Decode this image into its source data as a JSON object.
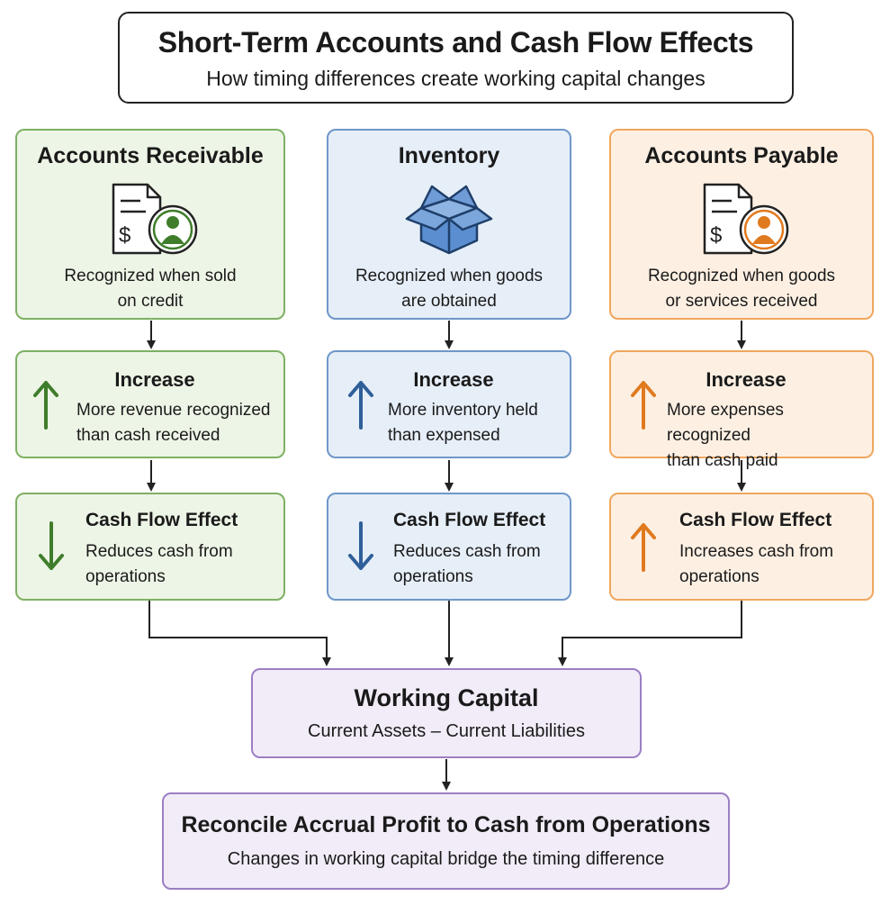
{
  "header": {
    "title": "Short-Term Accounts and Cash Flow Effects",
    "subtitle": "How timing differences create working capital changes"
  },
  "columns": [
    {
      "title": "Accounts Receivable",
      "icon": "invoice-customer-icon",
      "color": "#3f7d2a",
      "description_lines": [
        "Recognized when sold",
        "on credit"
      ],
      "increase": {
        "icon": "arrow-up-icon",
        "title": "Increase",
        "description_lines": [
          "More revenue recognized",
          "than cash received"
        ]
      },
      "cash_flow": {
        "icon": "arrow-down-icon",
        "title": "Cash Flow Effect",
        "description_lines": [
          "Reduces cash from",
          "operations"
        ]
      }
    },
    {
      "title": "Inventory",
      "icon": "box-icon",
      "color": "#2f5f9a",
      "description_lines": [
        "Recognized when goods",
        "are obtained"
      ],
      "increase": {
        "icon": "arrow-up-icon",
        "title": "Increase",
        "description_lines": [
          "More inventory held",
          "than expensed"
        ]
      },
      "cash_flow": {
        "icon": "arrow-down-icon",
        "title": "Cash Flow Effect",
        "description_lines": [
          "Reduces cash from",
          "operations"
        ]
      }
    },
    {
      "title": "Accounts Payable",
      "icon": "invoice-vendor-icon",
      "color": "#e07a1f",
      "description_lines": [
        "Recognized when goods",
        "or services received"
      ],
      "increase": {
        "icon": "arrow-up-icon",
        "title": "Increase",
        "description_lines": [
          "More expenses recognized",
          "than cash paid"
        ]
      },
      "cash_flow": {
        "icon": "arrow-up-icon",
        "title": "Cash Flow Effect",
        "description_lines": [
          "Increases cash from",
          "operations"
        ]
      }
    }
  ],
  "working_capital": {
    "title": "Working Capital",
    "formula": "Current Assets – Current Liabilities"
  },
  "reconcile": {
    "title": "Reconcile Accrual Profit to Cash from Operations",
    "subtitle": "Changes in working capital bridge the timing difference"
  }
}
